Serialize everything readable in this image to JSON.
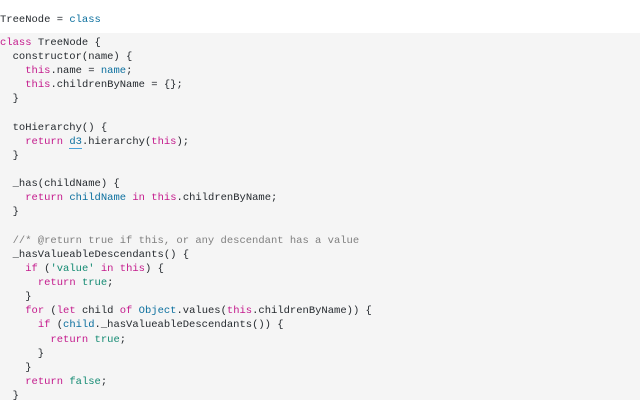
{
  "result": {
    "name": "TreeNode",
    "eq": " = ",
    "value": "class"
  },
  "code": {
    "lines": [
      [
        [
          "kw",
          "class"
        ],
        [
          "",
          " TreeNode {"
        ]
      ],
      [
        [
          "",
          "  constructor(name) {"
        ]
      ],
      [
        [
          "",
          "    "
        ],
        [
          "kw",
          "this"
        ],
        [
          "",
          ".name = "
        ],
        [
          "bl",
          "name"
        ],
        [
          "",
          ";"
        ]
      ],
      [
        [
          "",
          "    "
        ],
        [
          "kw",
          "this"
        ],
        [
          "",
          ".childrenByName = {};"
        ]
      ],
      [
        [
          "",
          "  }"
        ]
      ],
      [
        [
          "",
          ""
        ]
      ],
      [
        [
          "",
          "  toHierarchy() {"
        ]
      ],
      [
        [
          "",
          "    "
        ],
        [
          "kw",
          "return"
        ],
        [
          "",
          " "
        ],
        [
          "lnk",
          "d3"
        ],
        [
          "",
          ".hierarchy("
        ],
        [
          "kw",
          "this"
        ],
        [
          "",
          ");"
        ]
      ],
      [
        [
          "",
          "  }"
        ]
      ],
      [
        [
          "",
          ""
        ]
      ],
      [
        [
          "",
          "  _has(childName) {"
        ]
      ],
      [
        [
          "",
          "    "
        ],
        [
          "kw",
          "return"
        ],
        [
          "",
          " "
        ],
        [
          "bl",
          "childName"
        ],
        [
          "",
          " "
        ],
        [
          "kw",
          "in"
        ],
        [
          "",
          " "
        ],
        [
          "kw",
          "this"
        ],
        [
          "",
          ".childrenByName;"
        ]
      ],
      [
        [
          "",
          "  }"
        ]
      ],
      [
        [
          "",
          ""
        ]
      ],
      [
        [
          "cm",
          "  //* @return true if this, or any descendant has a value"
        ]
      ],
      [
        [
          "",
          "  _hasValueableDescendants() {"
        ]
      ],
      [
        [
          "",
          "    "
        ],
        [
          "kw",
          "if"
        ],
        [
          "",
          " ("
        ],
        [
          "gn",
          "'value'"
        ],
        [
          "",
          " "
        ],
        [
          "kw",
          "in"
        ],
        [
          "",
          " "
        ],
        [
          "kw",
          "this"
        ],
        [
          "",
          ") {"
        ]
      ],
      [
        [
          "",
          "      "
        ],
        [
          "kw",
          "return"
        ],
        [
          "",
          " "
        ],
        [
          "gn",
          "true"
        ],
        [
          "",
          ";"
        ]
      ],
      [
        [
          "",
          "    }"
        ]
      ],
      [
        [
          "",
          "    "
        ],
        [
          "kw",
          "for"
        ],
        [
          "",
          " ("
        ],
        [
          "kw",
          "let"
        ],
        [
          "",
          " child "
        ],
        [
          "kw",
          "of"
        ],
        [
          "",
          " "
        ],
        [
          "bl",
          "Object"
        ],
        [
          "",
          ".values("
        ],
        [
          "kw",
          "this"
        ],
        [
          "",
          ".childrenByName)) {"
        ]
      ],
      [
        [
          "",
          "      "
        ],
        [
          "kw",
          "if"
        ],
        [
          "",
          " ("
        ],
        [
          "bl",
          "child"
        ],
        [
          "",
          "._hasValueableDescendants()) {"
        ]
      ],
      [
        [
          "",
          "        "
        ],
        [
          "kw",
          "return"
        ],
        [
          "",
          " "
        ],
        [
          "gn",
          "true"
        ],
        [
          "",
          ";"
        ]
      ],
      [
        [
          "",
          "      }"
        ]
      ],
      [
        [
          "",
          "    }"
        ]
      ],
      [
        [
          "",
          "    "
        ],
        [
          "kw",
          "return"
        ],
        [
          "",
          " "
        ],
        [
          "gn",
          "false"
        ],
        [
          "",
          ";"
        ]
      ],
      [
        [
          "",
          "  }"
        ]
      ]
    ]
  }
}
